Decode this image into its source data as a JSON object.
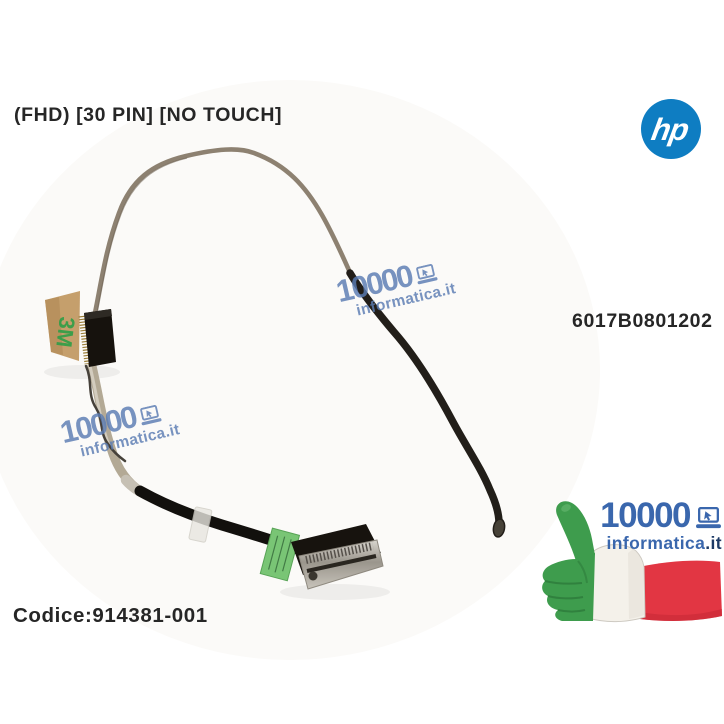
{
  "product": {
    "spec_label": "(FHD) [30 PIN] [NO TOUCH]",
    "manufacturer_part_number": "6017B0801202",
    "seller_code_label": "Codice:914381-001"
  },
  "brand_logo": {
    "text": "hp",
    "color": "#0e7dc2"
  },
  "watermark": {
    "number": "10000",
    "domain": "informatica",
    "tld": ".it",
    "color": "#5b7cb3"
  },
  "seller_logo": {
    "number": "10000",
    "domain": "informatica",
    "tld": ".it",
    "blue": "#3a67ad",
    "navy": "#1d3a66",
    "flag_green": "#3e9c4d",
    "flag_white": "#f4f1ea",
    "flag_red": "#e23643"
  },
  "photo": {
    "tape_print": "3M"
  }
}
